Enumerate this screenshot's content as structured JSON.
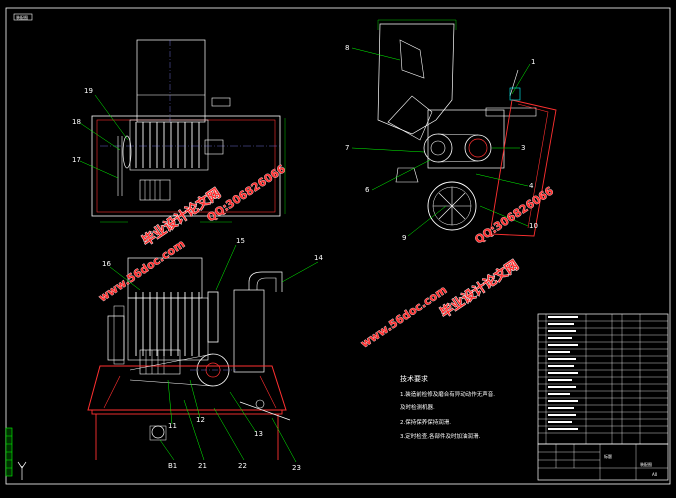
{
  "sheet": {
    "corner_tag": "装配图"
  },
  "part_labels": {
    "left_top": [
      "19",
      "18",
      "17"
    ],
    "left_bottom": [
      "16",
      "15",
      "14",
      "11",
      "12",
      "13",
      "B1",
      "21",
      "22",
      "23"
    ],
    "right": [
      "8",
      "7",
      "6",
      "9",
      "1",
      "3",
      "4",
      "10"
    ]
  },
  "watermarks": {
    "brand": "毕业设计论文网",
    "qq": "QQ:306826066",
    "site": "www.56doc.com"
  },
  "requirements": {
    "heading": "技术要求",
    "items": [
      "1.装造前检修及磨合有异动动作无声音.",
      "及时检测机器.",
      "2.保持保养保持润滑.",
      "3.定时检查,各部件及时加油润滑."
    ]
  },
  "title_block": {
    "drawing_name": "装配图",
    "label": "标题",
    "sheet_size": "A0"
  },
  "colors": {
    "background": "#000000",
    "outline": "#ffffff",
    "leader": "#00ff00",
    "section": "#ff3030",
    "hidden": "#ff40ff",
    "center": "#8080ff",
    "dimension": "#ffff00"
  }
}
